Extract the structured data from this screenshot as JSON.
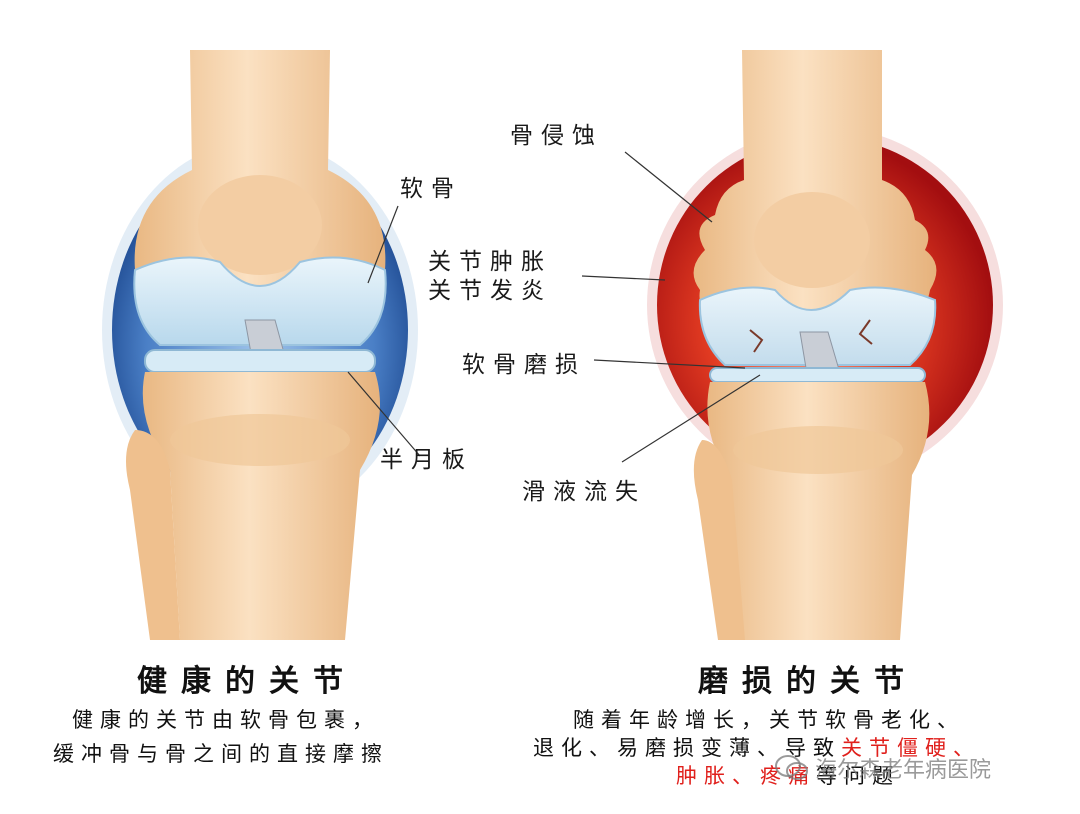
{
  "healthy": {
    "title": "健康的关节",
    "labels": {
      "cartilage": "软骨",
      "meniscus": "半月板"
    },
    "caption": {
      "line1": "健康的关节由软骨包裹，",
      "line2": "缓冲骨与骨之间的直接摩擦"
    }
  },
  "worn": {
    "title": "磨损的关节",
    "labels": {
      "bone_erosion": "骨侵蚀",
      "swelling": "关节肿胀",
      "inflammation": "关节发炎",
      "cartilage_wear": "软骨磨损",
      "fluid_loss": "滑液流失"
    },
    "caption": {
      "line1": "随着年龄增长，关节软骨老化、",
      "line2_a": "退化、易磨损变薄、导致",
      "line2_b": "关节僵硬、",
      "line3_a": "肿胀、疼痛",
      "line3_b": "等问题"
    }
  },
  "watermark": "海尔森老年病医院",
  "colors": {
    "bone": "#f2c99a",
    "cartilage": "#cfe6f3",
    "capsule_blue": "#2f5ea8",
    "inflammation_red": "#c01818",
    "caption_red": "#e0201c"
  }
}
